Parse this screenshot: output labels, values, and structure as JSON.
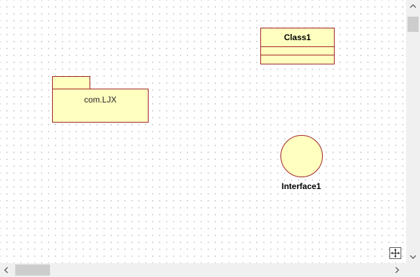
{
  "diagram": {
    "class": {
      "name": "Class1"
    },
    "package": {
      "name": "com.LJX"
    },
    "interface": {
      "name": "Interface1"
    }
  },
  "scrollbars": {
    "vertical": {
      "up_icon": "chevron-up-icon",
      "down_icon": "chevron-down-icon"
    },
    "horizontal": {
      "left_icon": "chevron-left-icon",
      "right_icon": "chevron-right-icon"
    }
  },
  "pan_tool": {
    "icon": "move-arrows-icon"
  },
  "colors": {
    "element_fill": "#ffffc0",
    "element_border": "#a02020",
    "grid_dot": "#c4c4c4",
    "scrollbar_track": "#f0f0f0",
    "scrollbar_thumb": "#cdcdcd"
  }
}
